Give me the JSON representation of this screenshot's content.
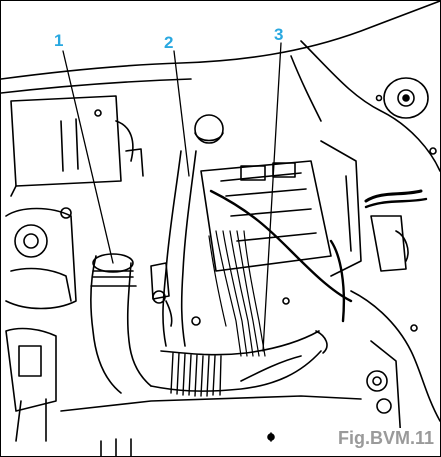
{
  "labels": [
    {
      "id": "1",
      "text": "1",
      "color": "#29a8e0"
    },
    {
      "id": "2",
      "text": "2",
      "color": "#29a8e0"
    },
    {
      "id": "3",
      "text": "3",
      "color": "#29a8e0"
    }
  ],
  "caption": {
    "text": "Fig.BVM.11",
    "color": "#9a9a9a"
  },
  "colors": {
    "line": "#000000",
    "background": "#ffffff",
    "accent": "#29a8e0"
  }
}
